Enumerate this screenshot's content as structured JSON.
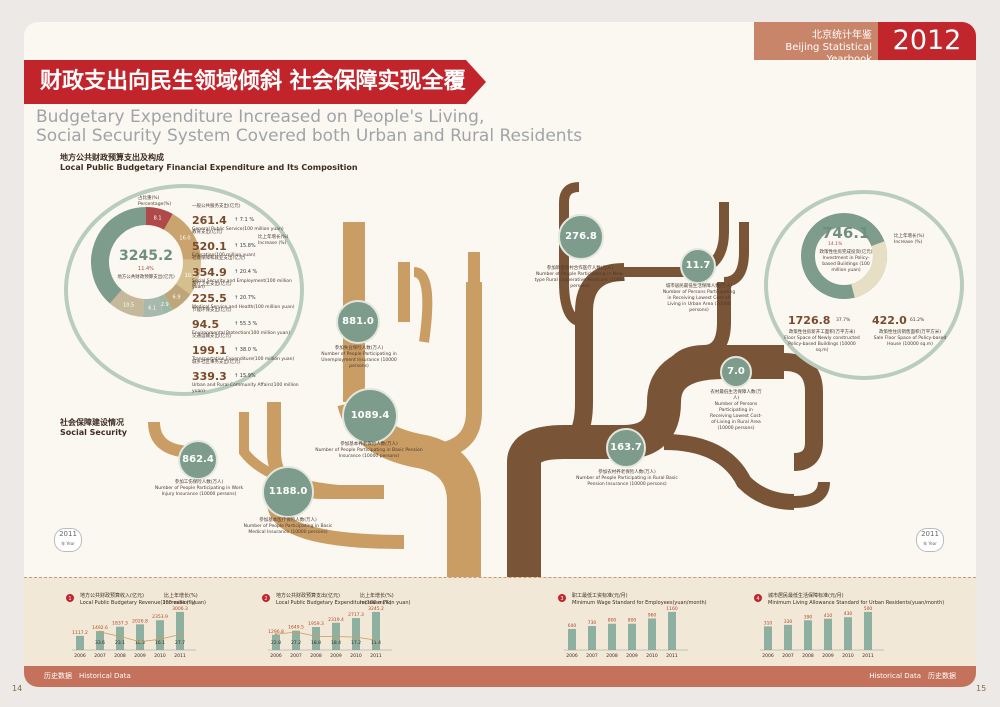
{
  "header": {
    "yearbook_cn": "北京统计年鉴",
    "yearbook_en": "Beijing Statistical Yearbook",
    "year": "2012"
  },
  "title": {
    "cn": "财政支出向民生领域倾斜 社会保障实现全覆盖",
    "en1": "Budgetary Expenditure Increased on People's Living,",
    "en2": "Social Security System Covered both Urban and Rural Residents"
  },
  "sections": {
    "expenditure_cn": "地方公共财政预算支出及构成",
    "expenditure_en": "Local Public Budgetary Financial Expenditure and Its Composition",
    "security_cn": "社会保障建设情况",
    "security_en": "Social Security"
  },
  "left_circle": {
    "total": "3245.2",
    "total_pct": "11.4%",
    "total_cn": "地方公共财政预算支出(亿元)",
    "total_en": "Local Public Budgetary Financial Expenditure(100 million yuan)",
    "share_label_cn": "占比重(%)",
    "share_label_en": "Percentage(%)",
    "incr_cn": "比上年增长(%)",
    "incr_en": "Increase (%)",
    "items": [
      {
        "value": "261.4",
        "pct": "7.1 %",
        "cn": "一般公共服务支出(亿元)",
        "en": "General Public Service(100 million yuan)"
      },
      {
        "value": "520.1",
        "pct": "15.8%",
        "cn": "教育支出(亿元)",
        "en": "Education(100 million yuan)"
      },
      {
        "value": "354.9",
        "pct": "20.4 %",
        "cn": "社会保障和就业支出(亿元)",
        "en": "Social Security and Employment(100 million yuan)"
      },
      {
        "value": "225.5",
        "pct": "20.7%",
        "cn": "医疗卫生支出(亿元)",
        "en": "Medical Service and Health(100 million yuan)"
      },
      {
        "value": "94.5",
        "pct": "55.3 %",
        "cn": "节能环保支出(亿元)",
        "en": "Environmental Protection(100 million yuan)"
      },
      {
        "value": "199.1",
        "pct": "38.0 %",
        "cn": "交通运输支出(亿元)",
        "en": "Transportation Expenditure(100 million yuan)"
      },
      {
        "value": "339.3",
        "pct": "15.9%",
        "cn": "城乡社区事务支出(亿元)",
        "en": "Urban and Rural Community Affairs(100 million yuan)"
      }
    ],
    "donut": [
      {
        "share": "8.1",
        "c": "#b04a4a"
      },
      {
        "share": "16.0",
        "c": "#c9a46e"
      },
      {
        "share": "10.9",
        "c": "#d6bf8e"
      },
      {
        "share": "6.9",
        "c": "#bfa57a"
      },
      {
        "share": "2.9",
        "c": "#9db8a4"
      },
      {
        "share": "6.1",
        "c": "#a7b8ad"
      },
      {
        "share": "10.5",
        "c": "#c6b89a"
      },
      {
        "share": "",
        "c": "#7d9c8c"
      }
    ]
  },
  "tree_left": [
    {
      "value": "881.0",
      "cn": "参加失业保险人数(万人)",
      "en": "Number of People Participating in Unemployment Insurance (10000 persons)"
    },
    {
      "value": "1089.4",
      "cn": "参加基本养老保险人数(万人)",
      "en": "Number of People Participating in Basic Pension Insurance (10000 persons)"
    },
    {
      "value": "862.4",
      "cn": "参加工伤保险人数(万人)",
      "en": "Number of People Participating in Work Injury Insurance (10000 persons)"
    },
    {
      "value": "1188.0",
      "cn": "参加基本医疗保险人数(万人)",
      "en": "Number of People Participating in Basic Medical Insurance (10000 persons)"
    }
  ],
  "tree_right": [
    {
      "value": "276.8",
      "cn": "参加新型农村合作医疗人数(万人)",
      "en": "Number of People Participating in New-type Rural cooperative Medicare (10000 persons)"
    },
    {
      "value": "11.7",
      "cn": "城市居民最低生活保障人数(万人)",
      "en": "Number of Persons Participating in Receiving Lowest Cost-of-Living in Urban Area (10000 persons)"
    },
    {
      "value": "7.0",
      "cn": "农村最低生活保障人数(万人)",
      "en": "Number of Persons Participating in Receiving Lowest Cost-of-Living in Rural Area (10000 persons)"
    },
    {
      "value": "163.7",
      "cn": "参加农村养老保险人数(万人)",
      "en": "Number of People Participating in Rural Basic Pension Insurance (10000 persons)"
    }
  ],
  "right_circle": {
    "value": "746.1",
    "pct": "14.1%",
    "cn": "政策性住房完成投资(亿元)",
    "en": "Investment in Policy-based Buildings (100 million yuan)",
    "incr_cn": "比上年增长(%)",
    "incr_en": "Increase (%)",
    "a_value": "1726.8",
    "a_pct": "37.7%",
    "a_cn": "政策性住房新开工面积(万平方米)",
    "a_en": "Floor Space of Newly constructed Policy-based Buildings (10000 sq.m)",
    "b_value": "422.0",
    "b_pct": "61.2%",
    "b_cn": "政策性住房销售面积(万平方米)",
    "b_en": "Sale Floor Space of Policy-based House (10000 sq.m)"
  },
  "year_badge": {
    "year": "2011",
    "cn": "年 Year"
  },
  "charts": [
    {
      "num": "1",
      "title_cn": "地方公共财政预算收入(亿元)",
      "title_en": "Local Public Budgetary Revenue(100 million yuan)",
      "incr_cn": "比上年增长(%)",
      "incr_en": "Increase (%)",
      "categories": [
        "2006",
        "2007",
        "2008",
        "2009",
        "2010",
        "2011"
      ],
      "values": [
        1117.2,
        1492.6,
        1837.3,
        2026.8,
        2353.9,
        3006.3
      ],
      "value_labels": [
        "1117.2",
        "1492.6",
        "1837.3",
        "2026.8",
        "2353.9",
        "3006.3"
      ],
      "increase": [
        "",
        "33.6",
        "23.1",
        "10.3",
        "16.1",
        "27.7"
      ]
    },
    {
      "num": "2",
      "title_cn": "地方公共财政预算支出(亿元)",
      "title_en": "Local Public Budgetary Expenditure(100 million yuan)",
      "incr_cn": "比上年增长(%)",
      "incr_en": "Increase (%)",
      "categories": [
        "2006",
        "2007",
        "2008",
        "2009",
        "2010",
        "2011"
      ],
      "values": [
        1296.8,
        1649.5,
        1959.3,
        2319.4,
        2717.3,
        3245.2
      ],
      "value_labels": [
        "1296.8",
        "1649.5",
        "1959.3",
        "2319.4",
        "2717.3",
        "3245.2"
      ],
      "increase": [
        "22.8",
        "27.2",
        "18.8",
        "18.4",
        "17.2",
        "11.4"
      ]
    },
    {
      "num": "3",
      "title_cn": "职工最低工资标准(元/月)",
      "title_en": "Minimum Wage Standard for Employees(yuan/month)",
      "categories": [
        "2006",
        "2007",
        "2008",
        "2009",
        "2010",
        "2011"
      ],
      "values": [
        640,
        730,
        800,
        800,
        960,
        1160
      ],
      "value_labels": [
        "640",
        "730",
        "800",
        "800",
        "960",
        "1160"
      ]
    },
    {
      "num": "4",
      "title_cn": "城市居民最低生活保障标准(元/月)",
      "title_en": "Minimum Living Allowance Standard for Urban Residents(yuan/month)",
      "categories": [
        "2006",
        "2007",
        "2008",
        "2009",
        "2010",
        "2011"
      ],
      "values": [
        310,
        330,
        390,
        410,
        430,
        500
      ],
      "value_labels": [
        "310",
        "330",
        "390",
        "410",
        "430",
        "500"
      ]
    }
  ],
  "footer": {
    "left": "历史数据　Historical Data",
    "right": "Historical Data　历史数据",
    "page_left": "14",
    "page_right": "15"
  }
}
